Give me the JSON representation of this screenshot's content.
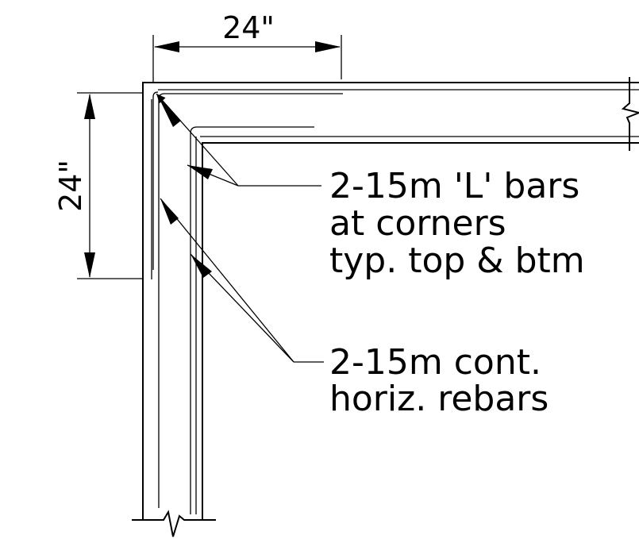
{
  "dimensions": {
    "top": "24\"",
    "left": "24\""
  },
  "callouts": {
    "l_bars": {
      "lines": [
        "2-15m 'L' bars",
        "at corners",
        "typ. top & btm"
      ]
    },
    "horiz_rebars": {
      "lines": [
        "2-15m cont.",
        "horiz. rebars"
      ]
    }
  },
  "colors": {
    "line": "#000000",
    "background": "#ffffff"
  }
}
